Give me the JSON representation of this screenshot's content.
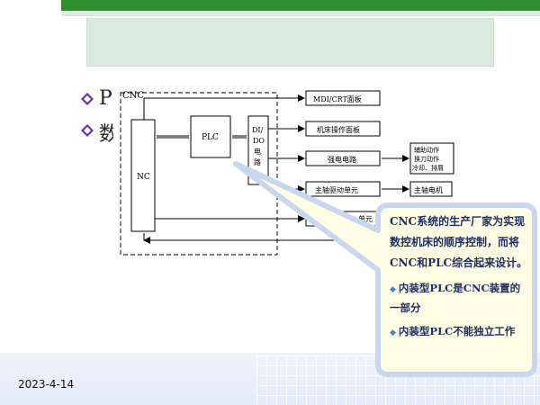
{
  "slide": {
    "date": "2023-4-14",
    "bullets": [
      "P",
      "数"
    ]
  },
  "diagram": {
    "cnc_label": "CNC",
    "nc_label": "NC",
    "plc_label": "PLC",
    "dido_label": [
      "DI/",
      "DO",
      "电",
      "路"
    ],
    "boxes": [
      "MDI/CRT面板",
      "机床操作面板",
      "强电电路",
      "主轴驱动单元",
      "主轴电机"
    ],
    "aux_box": [
      "辅助动作",
      "换刀动作",
      "冷却、排屑"
    ],
    "partial_box": "单元"
  },
  "callout": {
    "main_text": "CNC系统的生产厂家为实现数控机床的顺序控制，而将CNC和PLC综合起来设计。",
    "points": [
      "内装型PLC是CNC装置的一部分",
      "内装型PLC不能独立工作"
    ]
  },
  "colors": {
    "accent_green": "#2f8f2f",
    "title_box": "#dbeadf",
    "callout_fill": "#fffde3",
    "callout_text": "#1f2f66",
    "bullet": "#6a2bb0"
  }
}
